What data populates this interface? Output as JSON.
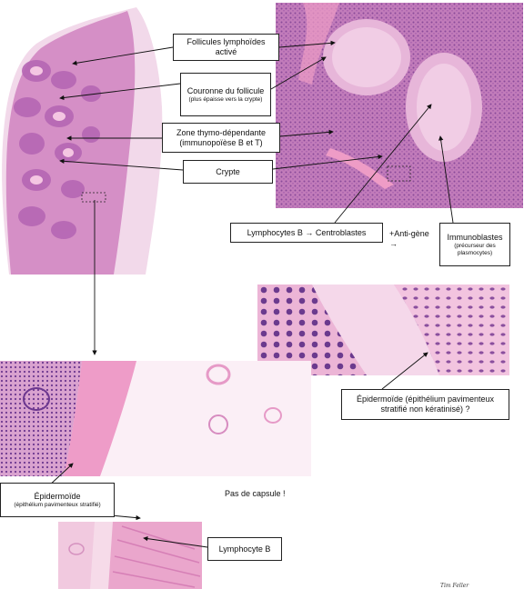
{
  "labels": {
    "follicules": "Follicules lymphoïdes activé",
    "couronne_main": "Couronne du follicule",
    "couronne_note": "(plus épaisse vers la crypte)",
    "zone": "Zone thymo-dépendante (immunopoïèse B et T)",
    "crypte": "Crypte",
    "lympho_b_centro": "Lymphocytes B → Centroblastes",
    "antigene": "+Anti-gène →",
    "immuno_main": "Immunoblastes",
    "immuno_note": "(précurseur des plasmocytes)",
    "epi_keratin": "Épidermoïde (épithélium pavimenteux stratifié non kératinisé) ?",
    "epi_strat_main": "Épidermoïde",
    "epi_strat_note": "(épithélium pavimenteux stratifié)",
    "capsule": "Pas de capsule !",
    "lymphocyte_b": "Lymphocyte B",
    "signature": "Tim Feller"
  },
  "colors": {
    "tissue_pink": "#e9a9cf",
    "tissue_purple": "#b66db7",
    "stroma_light": "#f4d6e8",
    "nuclei": "#5b2f86",
    "box_border": "#222222"
  }
}
